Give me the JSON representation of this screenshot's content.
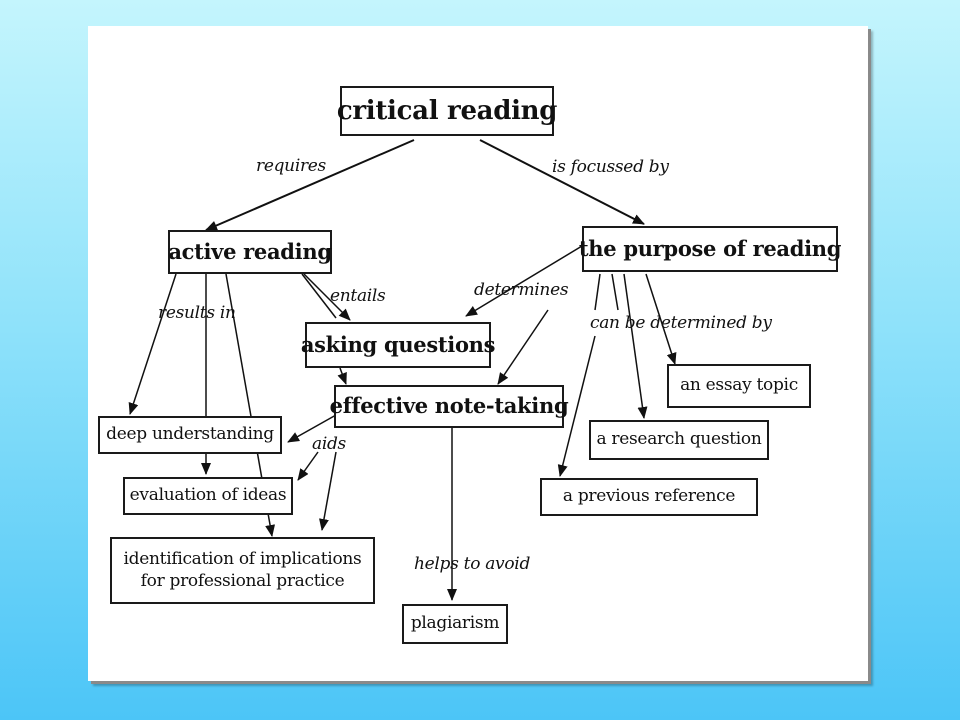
{
  "nodes": {
    "critical_reading": "critical reading",
    "active_reading": "active reading",
    "purpose_of_reading": "the purpose of reading",
    "asking_questions": "asking questions",
    "effective_note_taking": "effective note-taking",
    "deep_understanding": "deep understanding",
    "evaluation_of_ideas": "evaluation of ideas",
    "identification_line1": "identification of implications",
    "identification_line2": "for professional practice",
    "plagiarism": "plagiarism",
    "essay_topic": "an essay topic",
    "research_question": "a research question",
    "previous_reference": "a previous reference"
  },
  "links": {
    "requires": "requires",
    "is_focussed_by": "is focussed by",
    "entails": "entails",
    "determines": "determines",
    "results_in": "results in",
    "can_be_determined_by": "can be determined by",
    "aids": "aids",
    "helps_to_avoid": "helps to avoid"
  },
  "colors": {
    "background_top": "#c4f5fd",
    "background_bottom": "#4cc5f7",
    "card": "#ffffff",
    "stroke": "#111111"
  }
}
